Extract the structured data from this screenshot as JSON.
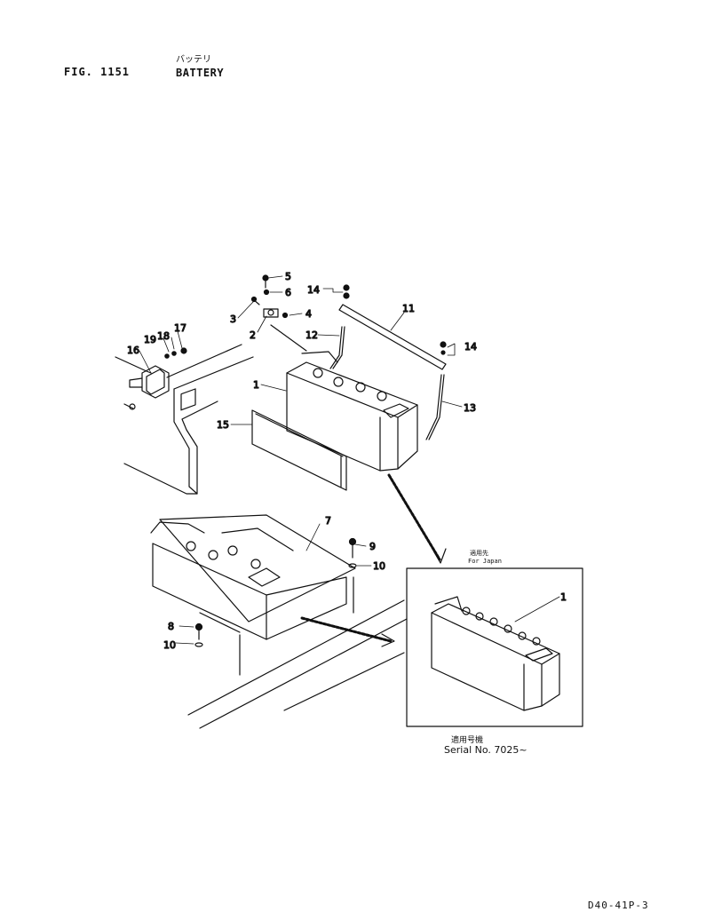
{
  "header": {
    "figure": "FIG. 1151",
    "title_kana": "バッテリ",
    "title": "BATTERY"
  },
  "inset": {
    "note_jp": "適用先",
    "note_en": "For Japan",
    "serial_jp": "適用号機",
    "serial_en": "Serial No. 7025~"
  },
  "callouts": [
    "1",
    "2",
    "3",
    "4",
    "5",
    "6",
    "7",
    "8",
    "9",
    "10",
    "11",
    "12",
    "13",
    "14",
    "15",
    "16",
    "17",
    "18",
    "19"
  ],
  "footer": {
    "page_code": "D40-41P-3"
  }
}
